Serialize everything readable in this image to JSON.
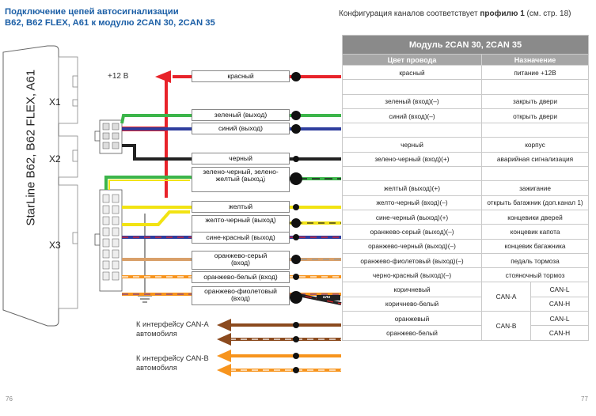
{
  "header": {
    "title_line1": "Подключение цепей автосигнализации",
    "title_line2": "B62, B62 FLEX, A61 к модулю 2CAN 30, 2CAN 35",
    "config_prefix": "Конфигурация каналов соответствует",
    "config_profile": "профилю 1",
    "config_suffix": "(см. стр. 18)"
  },
  "device": {
    "name": "StarLine B62, B62 FLEX, A61",
    "connectors": [
      "X1",
      "X2",
      "X3"
    ]
  },
  "power_label": "+12 В",
  "wire_labels": [
    "красный",
    "зеленый (выход)",
    "синий (выход)",
    "черный",
    "зелено-черный, зелено-желтый (выход)",
    "желтый",
    "желто-черный (выход)",
    "сине-красный (выход)",
    "оранжево-серый (вход)",
    "оранжево-белый (вход)",
    "оранжево-фиолетовый (вход)"
  ],
  "ili_label": "или",
  "can_labels": {
    "can_a": [
      "К интерфейсу CAN-A",
      "автомобиля"
    ],
    "can_b": [
      "К интерфейсу CAN-B",
      "автомобиля"
    ]
  },
  "table": {
    "title": "Модуль 2CAN 30, 2CAN 35",
    "col_color": "Цвет провода",
    "col_purpose": "Назначение",
    "rows": [
      {
        "c": "красный",
        "p": "питание +12В"
      },
      {
        "c": "",
        "p": ""
      },
      {
        "c": "зеленый (вход)(–)",
        "p": "закрыть двери"
      },
      {
        "c": "синий (вход)(–)",
        "p": "открыть двери"
      },
      {
        "c": "",
        "p": ""
      },
      {
        "c": "черный",
        "p": "корпус"
      },
      {
        "c": "зелено-черный (вход)(+)",
        "p": "аварийная сигнализация"
      },
      {
        "c": "",
        "p": ""
      },
      {
        "c": "желтый (выход)(+)",
        "p": "зажигание"
      },
      {
        "c": "желто-черный (вход)(–)",
        "p": "открыть багажник (доп.канал 1)"
      },
      {
        "c": "сине-черный (выход)(+)",
        "p": "концевики дверей"
      },
      {
        "c": "оранжево-серый (выход)(–)",
        "p": "концевик капота"
      },
      {
        "c": "оранжево-черный (выход)(–)",
        "p": "концевик багажника"
      },
      {
        "c": "оранжево-фиолетовый (выход)(–)",
        "p": "педаль тормоза"
      },
      {
        "c": "черно-красный (выход)(–)",
        "p": "стояночный тормоз"
      }
    ],
    "can_rows": [
      {
        "c": "коричневый",
        "group": "CAN-A",
        "line": "CAN-L"
      },
      {
        "c": "коричнево-белый",
        "line": "CAN-H"
      },
      {
        "c": "оранжевый",
        "group": "CAN-B",
        "line": "CAN-L"
      },
      {
        "c": "оранжево-белый",
        "line": "CAN-H"
      }
    ]
  },
  "pages": {
    "left": "76",
    "right": "77"
  },
  "colors": {
    "title": "#1c5fa6",
    "red": "#e8232a",
    "green": "#3cb54a",
    "blue": "#2f3e9e",
    "yellow": "#f2e313",
    "brown": "#8b4a1e",
    "orange": "#f7941d",
    "table_header": "#8a8a8a"
  }
}
